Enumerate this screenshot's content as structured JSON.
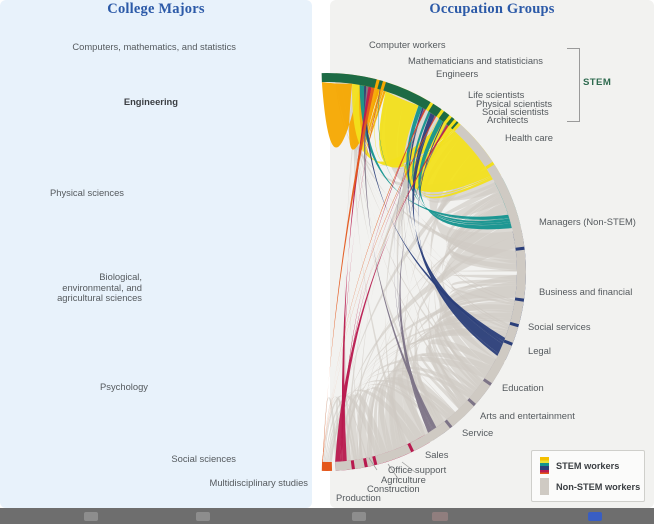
{
  "panels": {
    "left_title": "College Majors",
    "right_title": "Occupation Groups"
  },
  "stem_bracket_label": "STEM",
  "legend": {
    "stem_label": "STEM workers",
    "nonstem_label": "Non-STEM workers"
  },
  "colors": {
    "panel_left_bg": "#e8f2fb",
    "panel_right_bg": "#f2f2f0",
    "title": "#2c5aa8",
    "stem_occupation_arc": "#1d6b45",
    "nonstem_ribbon": "#cfcac3",
    "stem_ribbon": "#f2e01c",
    "computers_math": "#f5a800",
    "engineering": "#f2e01c",
    "physical_sciences": "#13948f",
    "biological_sciences": "#2b3f7a",
    "psychology": "#7d7487",
    "social_sciences": "#b81a4f",
    "multidisciplinary": "#e4571b"
  },
  "chart_data": {
    "type": "chord",
    "title": "College Majors to Occupation Groups",
    "source_axis_label": "College Majors",
    "target_axis_label": "Occupation Groups",
    "sources": [
      {
        "name": "Computers, mathematics, and statistics",
        "color": "#f5a800",
        "value": 8
      },
      {
        "name": "Engineering",
        "color": "#f2e01c",
        "value": 22
      },
      {
        "name": "Physical sciences",
        "color": "#13948f",
        "value": 8
      },
      {
        "name": "Biological, environmental, and agricultural  sciences",
        "color": "#2b3f7a",
        "value": 20
      },
      {
        "name": "Psychology",
        "color": "#7d7487",
        "value": 16
      },
      {
        "name": "Social sciences",
        "color": "#b81a4f",
        "value": 15
      },
      {
        "name": "Multidisciplinary studies",
        "color": "#e4571b",
        "value": 2
      }
    ],
    "targets": [
      {
        "name": "Computer workers",
        "group": "STEM",
        "color": "#1d6b45",
        "value": 9
      },
      {
        "name": "Mathematicians and statisticians",
        "group": "STEM",
        "color": "#1d6b45",
        "value": 1
      },
      {
        "name": "Engineers",
        "group": "STEM",
        "color": "#1d6b45",
        "value": 8
      },
      {
        "name": "Life scientists",
        "group": "STEM",
        "color": "#1d6b45",
        "value": 2
      },
      {
        "name": "Physical scientists",
        "group": "STEM",
        "color": "#1d6b45",
        "value": 1.5
      },
      {
        "name": "Social scientists",
        "group": "STEM",
        "color": "#1d6b45",
        "value": 1
      },
      {
        "name": "Architects",
        "group": "STEM",
        "color": "#1d6b45",
        "value": 0.8
      },
      {
        "name": "Health care",
        "group": "Non-STEM",
        "color": "#cfcac3",
        "value": 8
      },
      {
        "name": "Managers (Non-STEM)",
        "group": "Non-STEM",
        "color": "#cfcac3",
        "value": 14
      },
      {
        "name": "Business and financial",
        "group": "Non-STEM",
        "color": "#cfcac3",
        "value": 8
      },
      {
        "name": "Social services",
        "group": "Non-STEM",
        "color": "#cfcac3",
        "value": 4
      },
      {
        "name": "Legal",
        "group": "Non-STEM",
        "color": "#cfcac3",
        "value": 3
      },
      {
        "name": "Education",
        "group": "Non-STEM",
        "color": "#cfcac3",
        "value": 7
      },
      {
        "name": "Arts and entertainment",
        "group": "Non-STEM",
        "color": "#cfcac3",
        "value": 4
      },
      {
        "name": "Service",
        "group": "Non-STEM",
        "color": "#cfcac3",
        "value": 5
      },
      {
        "name": "Sales",
        "group": "Non-STEM",
        "color": "#cfcac3",
        "value": 7
      },
      {
        "name": "Office support",
        "group": "Non-STEM",
        "color": "#cfcac3",
        "value": 6
      },
      {
        "name": "Agriculture",
        "group": "Non-STEM",
        "color": "#cfcac3",
        "value": 1.5
      },
      {
        "name": "Construction",
        "group": "Non-STEM",
        "color": "#cfcac3",
        "value": 2
      },
      {
        "name": "Production",
        "group": "Non-STEM",
        "color": "#cfcac3",
        "value": 3
      }
    ],
    "legend": [
      "STEM workers",
      "Non-STEM workers"
    ],
    "legend_position": "bottom-right"
  },
  "left_labels": [
    {
      "key": "computers",
      "text": "Computers, mathematics, and statistics"
    },
    {
      "key": "engineering",
      "text": "Engineering"
    },
    {
      "key": "physical",
      "text": "Physical sciences"
    },
    {
      "key": "biological",
      "text": "Biological,\nenvironmental, and\nagricultural  sciences"
    },
    {
      "key": "psychology",
      "text": "Psychology"
    },
    {
      "key": "social",
      "text": "Social sciences"
    },
    {
      "key": "multi",
      "text": "Multidisciplinary studies"
    }
  ],
  "right_labels": [
    {
      "key": "computerworkers",
      "text": "Computer workers"
    },
    {
      "key": "mathematicians",
      "text": "Mathematicians and statisticians"
    },
    {
      "key": "engineers",
      "text": "Engineers"
    },
    {
      "key": "lifesci",
      "text": "Life scientists"
    },
    {
      "key": "physsci",
      "text": "Physical scientists"
    },
    {
      "key": "socsci",
      "text": "Social scientists"
    },
    {
      "key": "architects",
      "text": "Architects"
    },
    {
      "key": "health",
      "text": "Health care"
    },
    {
      "key": "managers",
      "text": "Managers (Non-STEM)"
    },
    {
      "key": "business",
      "text": "Business and financial"
    },
    {
      "key": "socialservices",
      "text": "Social services"
    },
    {
      "key": "legal",
      "text": "Legal"
    },
    {
      "key": "education",
      "text": "Education"
    },
    {
      "key": "arts",
      "text": "Arts and entertainment"
    },
    {
      "key": "service",
      "text": "Service"
    },
    {
      "key": "sales",
      "text": "Sales"
    },
    {
      "key": "office",
      "text": "Office support"
    },
    {
      "key": "agriculture",
      "text": "Agriculture"
    },
    {
      "key": "construction",
      "text": "Construction"
    },
    {
      "key": "production",
      "text": "Production"
    }
  ]
}
